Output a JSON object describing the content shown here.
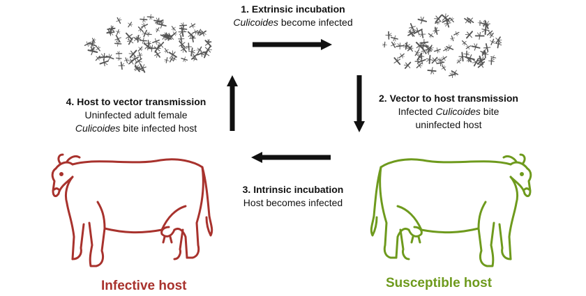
{
  "colors": {
    "infective": "#a8322d",
    "susceptible": "#6e9a1d",
    "arrow": "#111111",
    "midge": "#555555"
  },
  "steps": [
    {
      "number": "1.",
      "title": "Extrinsic incubation",
      "line1_italic": "Culicoides",
      "line1_rest": " become infected"
    },
    {
      "number": "2.",
      "title": "Vector to host transmission",
      "line1_plain": "Infected ",
      "line1_italic": "Culicoides",
      "line1_rest": " bite",
      "line2": "uninfected host"
    },
    {
      "number": "3.",
      "title": "Intrinsic incubation",
      "line1": "Host becomes infected"
    },
    {
      "number": "4.",
      "title": "Host to vector transmission",
      "line1": "Uninfected adult female",
      "line2_italic": "Culicoides",
      "line2_rest": " bite infected host"
    }
  ],
  "hosts": {
    "infective": "Infective host",
    "susceptible": "Susceptible host"
  },
  "icons": [
    "midge-swarm-icon",
    "cow-icon",
    "arrow-right-icon",
    "arrow-down-icon",
    "arrow-left-icon",
    "arrow-up-icon"
  ]
}
